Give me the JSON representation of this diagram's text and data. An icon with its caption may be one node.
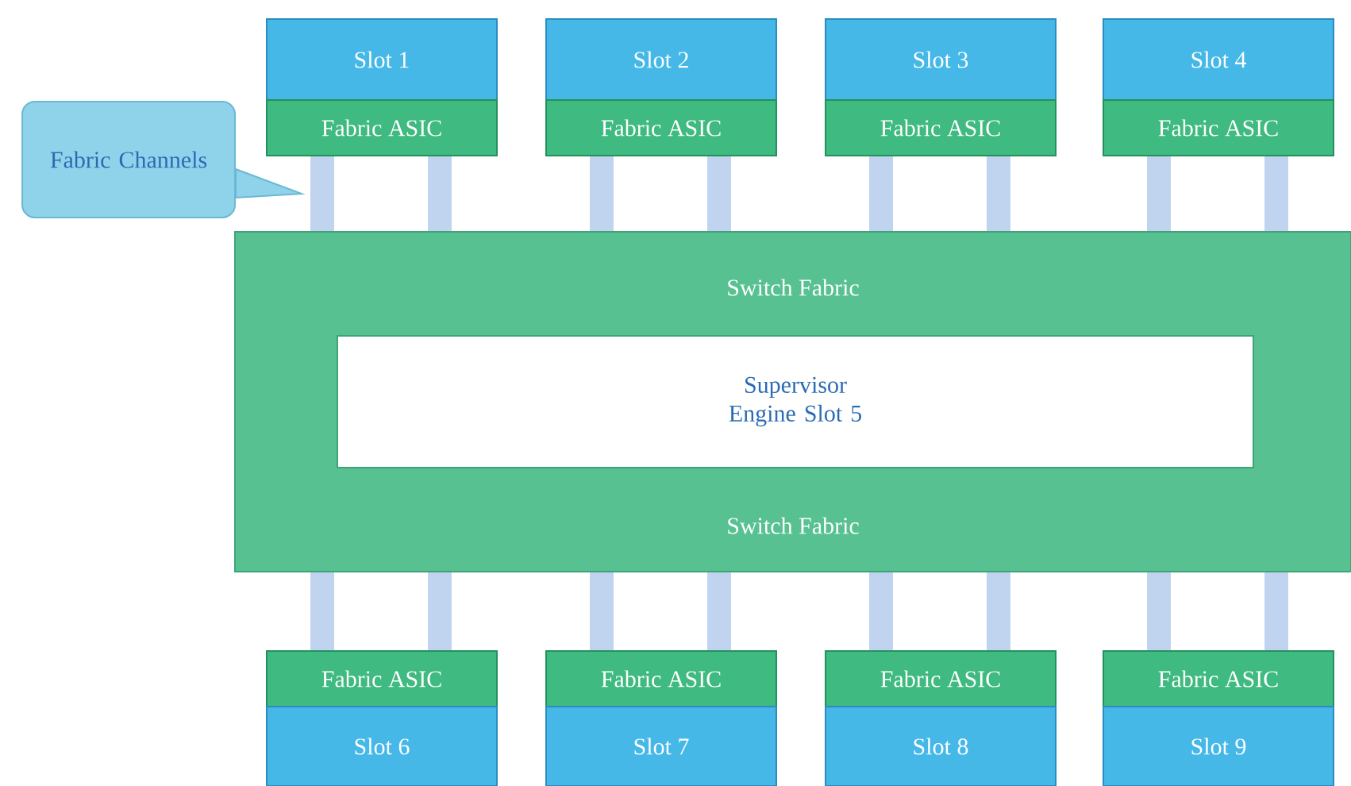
{
  "diagram": {
    "nodes": [
      {
        "text": [
          "Slot 1"
        ]
      },
      {
        "text": [
          "Slot 2"
        ]
      },
      {
        "text": [
          "Slot 3"
        ]
      },
      {
        "text": [
          "Slot 4"
        ]
      },
      {
        "text": [
          "Fabric ASIC"
        ]
      },
      {
        "text": [
          "Fabric ASIC"
        ]
      },
      {
        "text": [
          "Fabric ASIC"
        ]
      },
      {
        "text": [
          "Fabric ASIC"
        ]
      },
      {
        "text": [
          "Fabric Channels"
        ]
      },
      {
        "text": [
          "Switch Fabric",
          "Switch Fabric"
        ]
      },
      {
        "text": [
          "Supervisor Engine Slot 5"
        ],
        "in": 9
      },
      {
        "text": [
          "Fabric ASIC"
        ]
      },
      {
        "text": [
          "Fabric ASIC"
        ]
      },
      {
        "text": [
          "Fabric ASIC"
        ]
      },
      {
        "text": [
          "Fabric ASIC"
        ]
      },
      {
        "text": [
          "Slot 6"
        ]
      },
      {
        "text": [
          "Slot 7"
        ]
      },
      {
        "text": [
          "Slot 8"
        ]
      },
      {
        "text": [
          "Slot 9"
        ]
      }
    ],
    "edges": [
      {
        "from": 4,
        "to": 9,
        "arrow": "none"
      },
      {
        "from": 4,
        "to": 9,
        "arrow": "none"
      },
      {
        "from": 5,
        "to": 9,
        "arrow": "none"
      },
      {
        "from": 5,
        "to": 9,
        "arrow": "none"
      },
      {
        "from": 6,
        "to": 9,
        "arrow": "none"
      },
      {
        "from": 6,
        "to": 9,
        "arrow": "none"
      },
      {
        "from": 7,
        "to": 9,
        "arrow": "none"
      },
      {
        "from": 7,
        "to": 9,
        "arrow": "none"
      },
      {
        "from": 9,
        "to": 11,
        "arrow": "none"
      },
      {
        "from": 9,
        "to": 11,
        "arrow": "none"
      },
      {
        "from": 9,
        "to": 12,
        "arrow": "none"
      },
      {
        "from": 9,
        "to": 12,
        "arrow": "none"
      },
      {
        "from": 9,
        "to": 13,
        "arrow": "none"
      },
      {
        "from": 9,
        "to": 13,
        "arrow": "none"
      },
      {
        "from": 9,
        "to": 14,
        "arrow": "none"
      },
      {
        "from": 9,
        "to": 14,
        "arrow": "none"
      },
      {
        "from": 8,
        "to": null,
        "arrow": "to"
      }
    ]
  }
}
